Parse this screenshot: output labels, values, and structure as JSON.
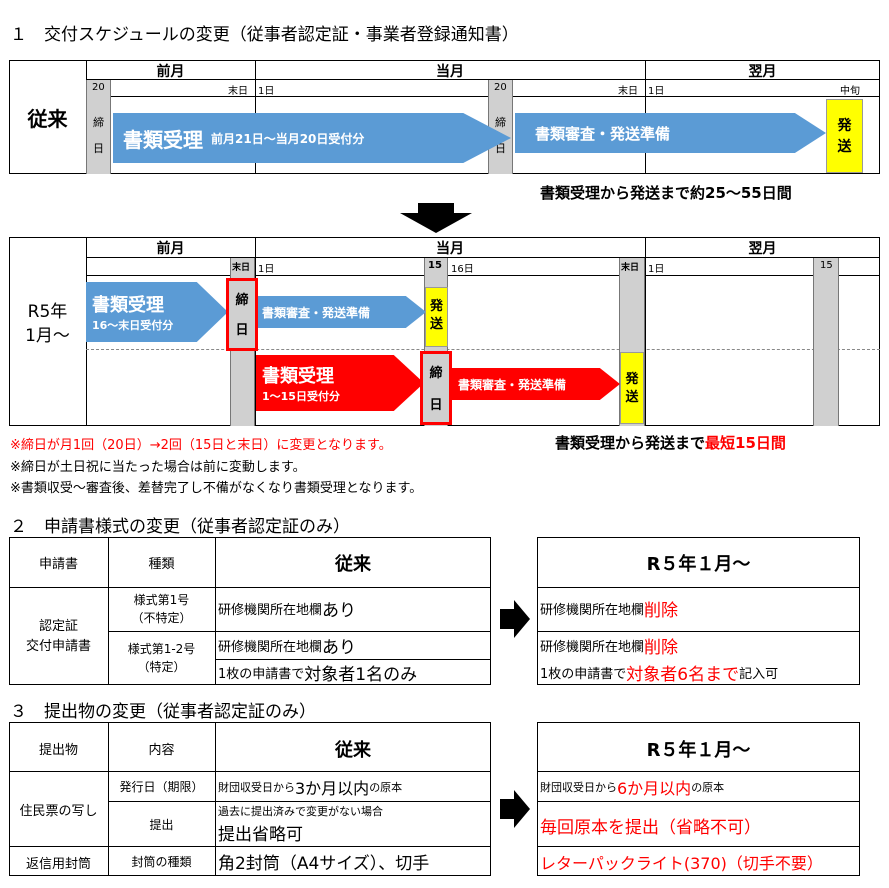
{
  "section1": {
    "title": "１　交付スケジュールの変更（従事者認定証・事業者登録通知書）",
    "old": {
      "row_label": "従来",
      "months": [
        "前月",
        "当月",
        "翌月"
      ],
      "days": {
        "d20": "20",
        "end1": "末日",
        "one1": "1日",
        "d20b": "20",
        "end2": "末日",
        "one2": "1日",
        "mid": "中旬"
      },
      "shime": "締日",
      "receipt": "書類受理",
      "receipt_note": "前月21日～当月20日受付分",
      "review": "書類審査・発送準備",
      "ship": "発送",
      "span_note": "書類受理から発送まで約25～55日間"
    },
    "new": {
      "row_label": "R5年\n1月～",
      "months": [
        "前月",
        "当月",
        "翌月"
      ],
      "days": {
        "end1": "末日",
        "one1": "1日",
        "d15": "15",
        "d16": "16日",
        "end2": "末日",
        "one2": "1日",
        "d15b": "15"
      },
      "receipt1": "書類受理",
      "receipt1_note": "16～末日受付分",
      "shime": "締日",
      "review": "書類審査・発送準備",
      "ship": "発送",
      "receipt2": "書類受理",
      "receipt2_note": "1～15日受付分",
      "span_note_prefix": "書類受理から発送まで",
      "span_note_red": "最短15日間"
    },
    "notes": [
      "※締日が月1回（20日）→2回（15日と末日）に変更となります。",
      "※締日が土日祝に当たった場合は前に変動します。",
      "※書類収受～審査後、差替完了し不備がなくなり書類受理となります。"
    ]
  },
  "section2": {
    "title": "２　申請書様式の変更（従事者認定証のみ）",
    "headers": [
      "申請書",
      "種類",
      "従来"
    ],
    "group": "認定証\n交付申請書",
    "rows": [
      {
        "type": "様式第1号\n（不特定）",
        "old": [
          "研修機関所在地欄",
          "あり"
        ]
      },
      {
        "type": "様式第1-2号\n（特定）",
        "old": [
          "研修機関所在地欄",
          "あり"
        ],
        "old2": [
          "1枚の申請書で",
          "対象者1名のみ"
        ]
      }
    ],
    "new_header": "R５年１月～",
    "new_rows": [
      {
        "text": "研修機関所在地欄",
        "red": "削除"
      },
      {
        "text": "研修機関所在地欄",
        "red": "削除"
      },
      {
        "pre": "1枚の申請書で",
        "red": "対象者6名まで",
        "post": "記入可"
      }
    ]
  },
  "section3": {
    "title": "３　提出物の変更（従事者認定証のみ）",
    "headers": [
      "提出物",
      "内容",
      "従来"
    ],
    "group": "住民票の写し",
    "rows": [
      {
        "type": "発行日（期限）",
        "pre": "財団収受日から",
        "big": "3か月以内",
        "post": "の原本"
      },
      {
        "type": "提出",
        "small": "過去に提出済みで変更がない場合",
        "big": "提出省略可"
      },
      {
        "group": "返信用封筒",
        "type": "封筒の種類",
        "big": "角2封筒（A4サイズ）、切手"
      }
    ],
    "new_header": "R５年１月～",
    "new_rows": [
      {
        "pre": "財団収受日から",
        "red": "6か月以内",
        "post": "の原本"
      },
      {
        "red": "毎回原本を提出（省略不可）"
      },
      {
        "red": "レターパックライト(370)（切手不要）"
      }
    ]
  },
  "colors": {
    "blue": "#5b9bd5",
    "red": "#ff0000",
    "yellow": "#ffff00",
    "grey": "#d0d0d0"
  }
}
